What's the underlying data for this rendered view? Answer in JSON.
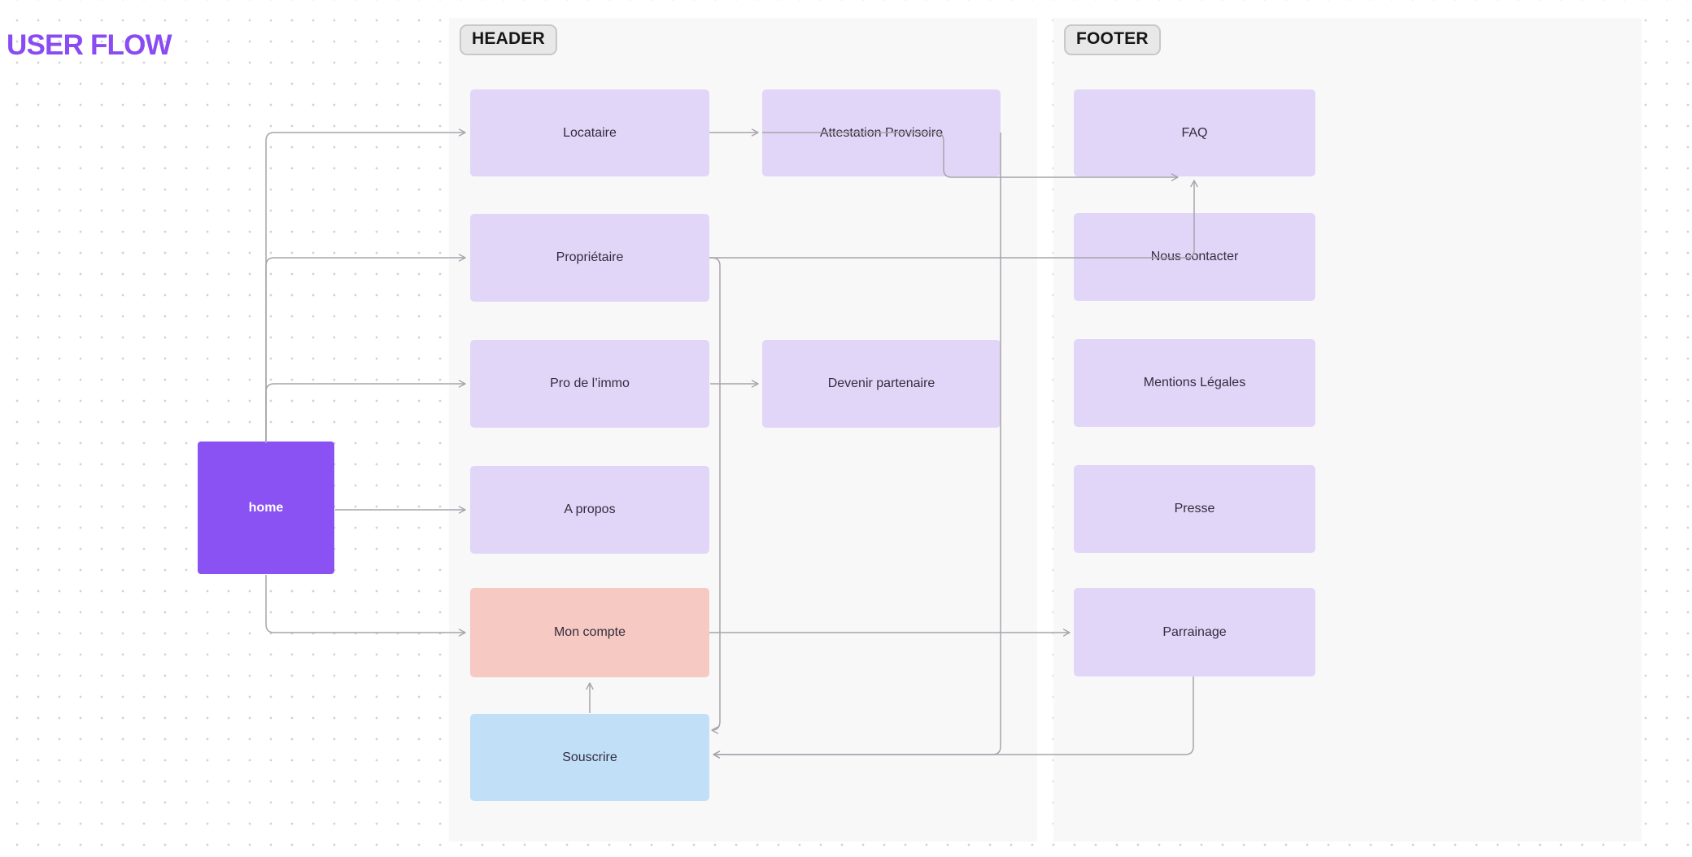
{
  "app": {
    "title": "USER FLOW"
  },
  "sections": {
    "header": {
      "label": "HEADER"
    },
    "footer": {
      "label": "FOOTER"
    }
  },
  "colors": {
    "title": "#8a4bf2",
    "home_node": "#8a52f2",
    "default_node": "#e2d6f8",
    "account_node": "#f6c9c2",
    "subscribe_node": "#c1dff7",
    "connector": "#a7a4ab",
    "section_bg": "#f9f8f9",
    "badge_bg": "#e9e8e9"
  },
  "nodes": {
    "home": {
      "label": "home",
      "color": "#8a52f2"
    },
    "locataire": {
      "label": "Locataire",
      "color": "#e2d6f8"
    },
    "proprietaire": {
      "label": "Propriétaire",
      "color": "#e2d6f8"
    },
    "pro_immo": {
      "label": "Pro de l’immo",
      "color": "#e2d6f8"
    },
    "a_propos": {
      "label": "A propos",
      "color": "#e2d6f8"
    },
    "mon_compte": {
      "label": "Mon compte",
      "color": "#f6c9c2"
    },
    "souscrire": {
      "label": "Souscrire",
      "color": "#c1dff7"
    },
    "attestation": {
      "label": "Attestation Provisoire",
      "color": "#e2d6f8"
    },
    "devenir": {
      "label": "Devenir partenaire",
      "color": "#e2d6f8"
    },
    "faq": {
      "label": "FAQ",
      "color": "#e2d6f8"
    },
    "nous_contacter": {
      "label": "Nous contacter",
      "color": "#e2d6f8"
    },
    "mentions": {
      "label": "Mentions Légales",
      "color": "#e2d6f8"
    },
    "presse": {
      "label": "Presse",
      "color": "#e2d6f8"
    },
    "parrainage": {
      "label": "Parrainage",
      "color": "#e2d6f8"
    }
  },
  "edges": [
    {
      "from": "home",
      "to": "locataire"
    },
    {
      "from": "home",
      "to": "proprietaire"
    },
    {
      "from": "home",
      "to": "pro_immo"
    },
    {
      "from": "home",
      "to": "a_propos"
    },
    {
      "from": "home",
      "to": "mon_compte"
    },
    {
      "from": "locataire",
      "to": "attestation"
    },
    {
      "from": "pro_immo",
      "to": "devenir"
    },
    {
      "from": "attestation",
      "to": "faq"
    },
    {
      "from": "attestation",
      "to": "souscrire"
    },
    {
      "from": "proprietaire",
      "to": "souscrire"
    },
    {
      "from": "proprietaire",
      "to": "faq"
    },
    {
      "from": "parrainage",
      "to": "souscrire"
    },
    {
      "from": "mon_compte",
      "to": "parrainage"
    },
    {
      "from": "souscrire",
      "to": "mon_compte"
    }
  ]
}
